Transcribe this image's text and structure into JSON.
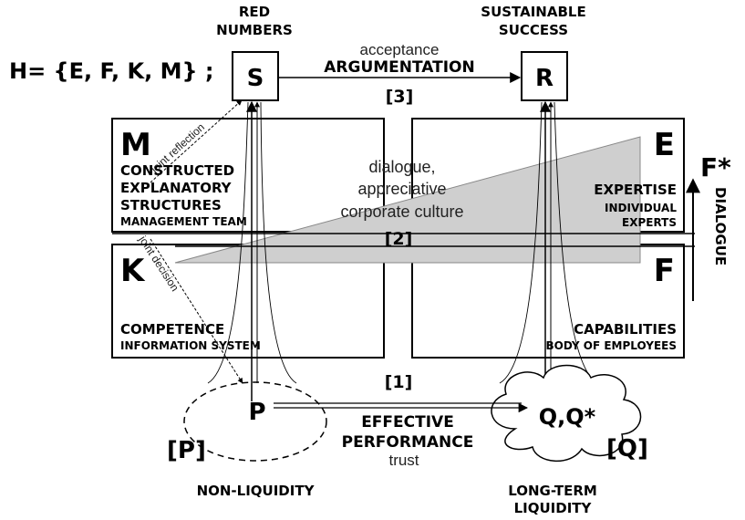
{
  "formula": "H= {E, F, K, M} ;",
  "top_labels": {
    "red_numbers_1": "RED",
    "red_numbers_2": "NUMBERS",
    "sustainable_1": "SUSTAINABLE",
    "sustainable_2": "SUCCESS"
  },
  "nodes": {
    "s": "S",
    "r": "R",
    "p": "P",
    "q": "Q,Q*"
  },
  "arrows": {
    "acceptance": "acceptance",
    "argumentation": "ARGUMENTATION",
    "bracket_3": "[3]",
    "bracket_2": "[2]",
    "bracket_1": "[1]",
    "effective": "EFFECTIVE",
    "performance": "PERFORMANCE",
    "trust": "trust",
    "joint_reflection": "joint reflection",
    "joint_decision": "joint decision"
  },
  "quadrants": {
    "m": {
      "letter": "M",
      "line1": "CONSTRUCTED",
      "line2": "EXPLANATORY",
      "line3": "STRUCTURES",
      "sub": "MANAGEMENT TEAM"
    },
    "e": {
      "letter": "E",
      "title": "EXPERTISE",
      "sub1": "INDIVIDUAL",
      "sub2": "EXPERTS"
    },
    "k": {
      "letter": "K",
      "title": "COMPETENCE",
      "sub": "INFORMATION SYSTEM"
    },
    "f": {
      "letter": "F",
      "title": "CAPABILITIES",
      "sub": "BODY OF EMPLOYEES"
    }
  },
  "center_text": {
    "line1": "dialogue,",
    "line2": "appreciative",
    "line3": "corporate culture"
  },
  "side": {
    "f_star": "F*",
    "dialogue": "DIALOGUE"
  },
  "bottom": {
    "p_bracket": "[P]",
    "q_bracket": "[Q]",
    "non_liquidity": "NON-LIQUIDITY",
    "long_term_1": "LONG-TERM",
    "long_term_2": "LIQUIDITY"
  }
}
